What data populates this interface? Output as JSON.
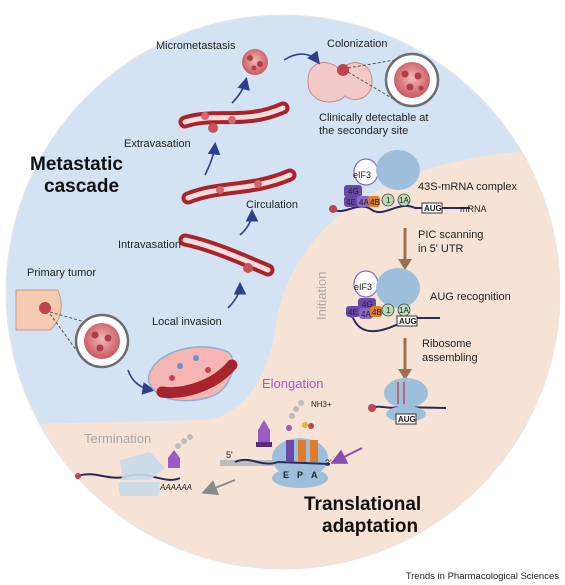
{
  "metastatic": {
    "title_line1": "Metastatic",
    "title_line2": "cascade",
    "steps": {
      "micrometastasis": "Micrometastasis",
      "colonization": "Colonization",
      "clinical_line1": "Clinically detectable at",
      "clinical_line2": "the secondary site",
      "extravasation": "Extravasation",
      "circulation": "Circulation",
      "intravasation": "Intravasation",
      "primary_tumor": "Primary tumor",
      "local_invasion": "Local invasion"
    }
  },
  "translational": {
    "title_line1": "Translational",
    "title_line2": "adaptation",
    "initiation_label": "Initiation",
    "elongation_label": "Elongation",
    "termination_label": "Termination",
    "complex_label": "43S-mRNA complex",
    "scanning_line1": "PIC scanning",
    "scanning_line2": "in 5' UTR",
    "aug_recognition": "AUG recognition",
    "ribosome_line1": "Ribosome",
    "ribosome_line2": "assembling",
    "mrna_label": "mRNA",
    "aug": "AUG",
    "polyA": "AAAAAA",
    "five_prime": "5'",
    "three_prime": "3'",
    "nh3": "NH3+",
    "sites": [
      "E",
      "P",
      "A"
    ],
    "factors": {
      "eif3": "eIF3",
      "f4g": "4G",
      "f4a": "4A",
      "f4e": "4E",
      "f4b": "4B",
      "f1": "1",
      "f1a": "1A"
    }
  },
  "credit": "Trends in Pharmacological Sciences",
  "colors": {
    "blue_bg": "#d4e3f3",
    "peach_bg": "#f6e3d6",
    "vessel_red": "#a8242c",
    "arrow_blue": "#2e3f8c",
    "arrow_brown": "#9a7055",
    "arrow_purple": "#8a4bb0",
    "factor_purple": "#6a4aa8",
    "factor_orange": "#e07d2a",
    "factor_green": "#b9dcb8",
    "ribosome_blue": "#9ebfdc",
    "phase_gray": "#a8a8a8",
    "elongation_purple": "#9b5bc2"
  }
}
